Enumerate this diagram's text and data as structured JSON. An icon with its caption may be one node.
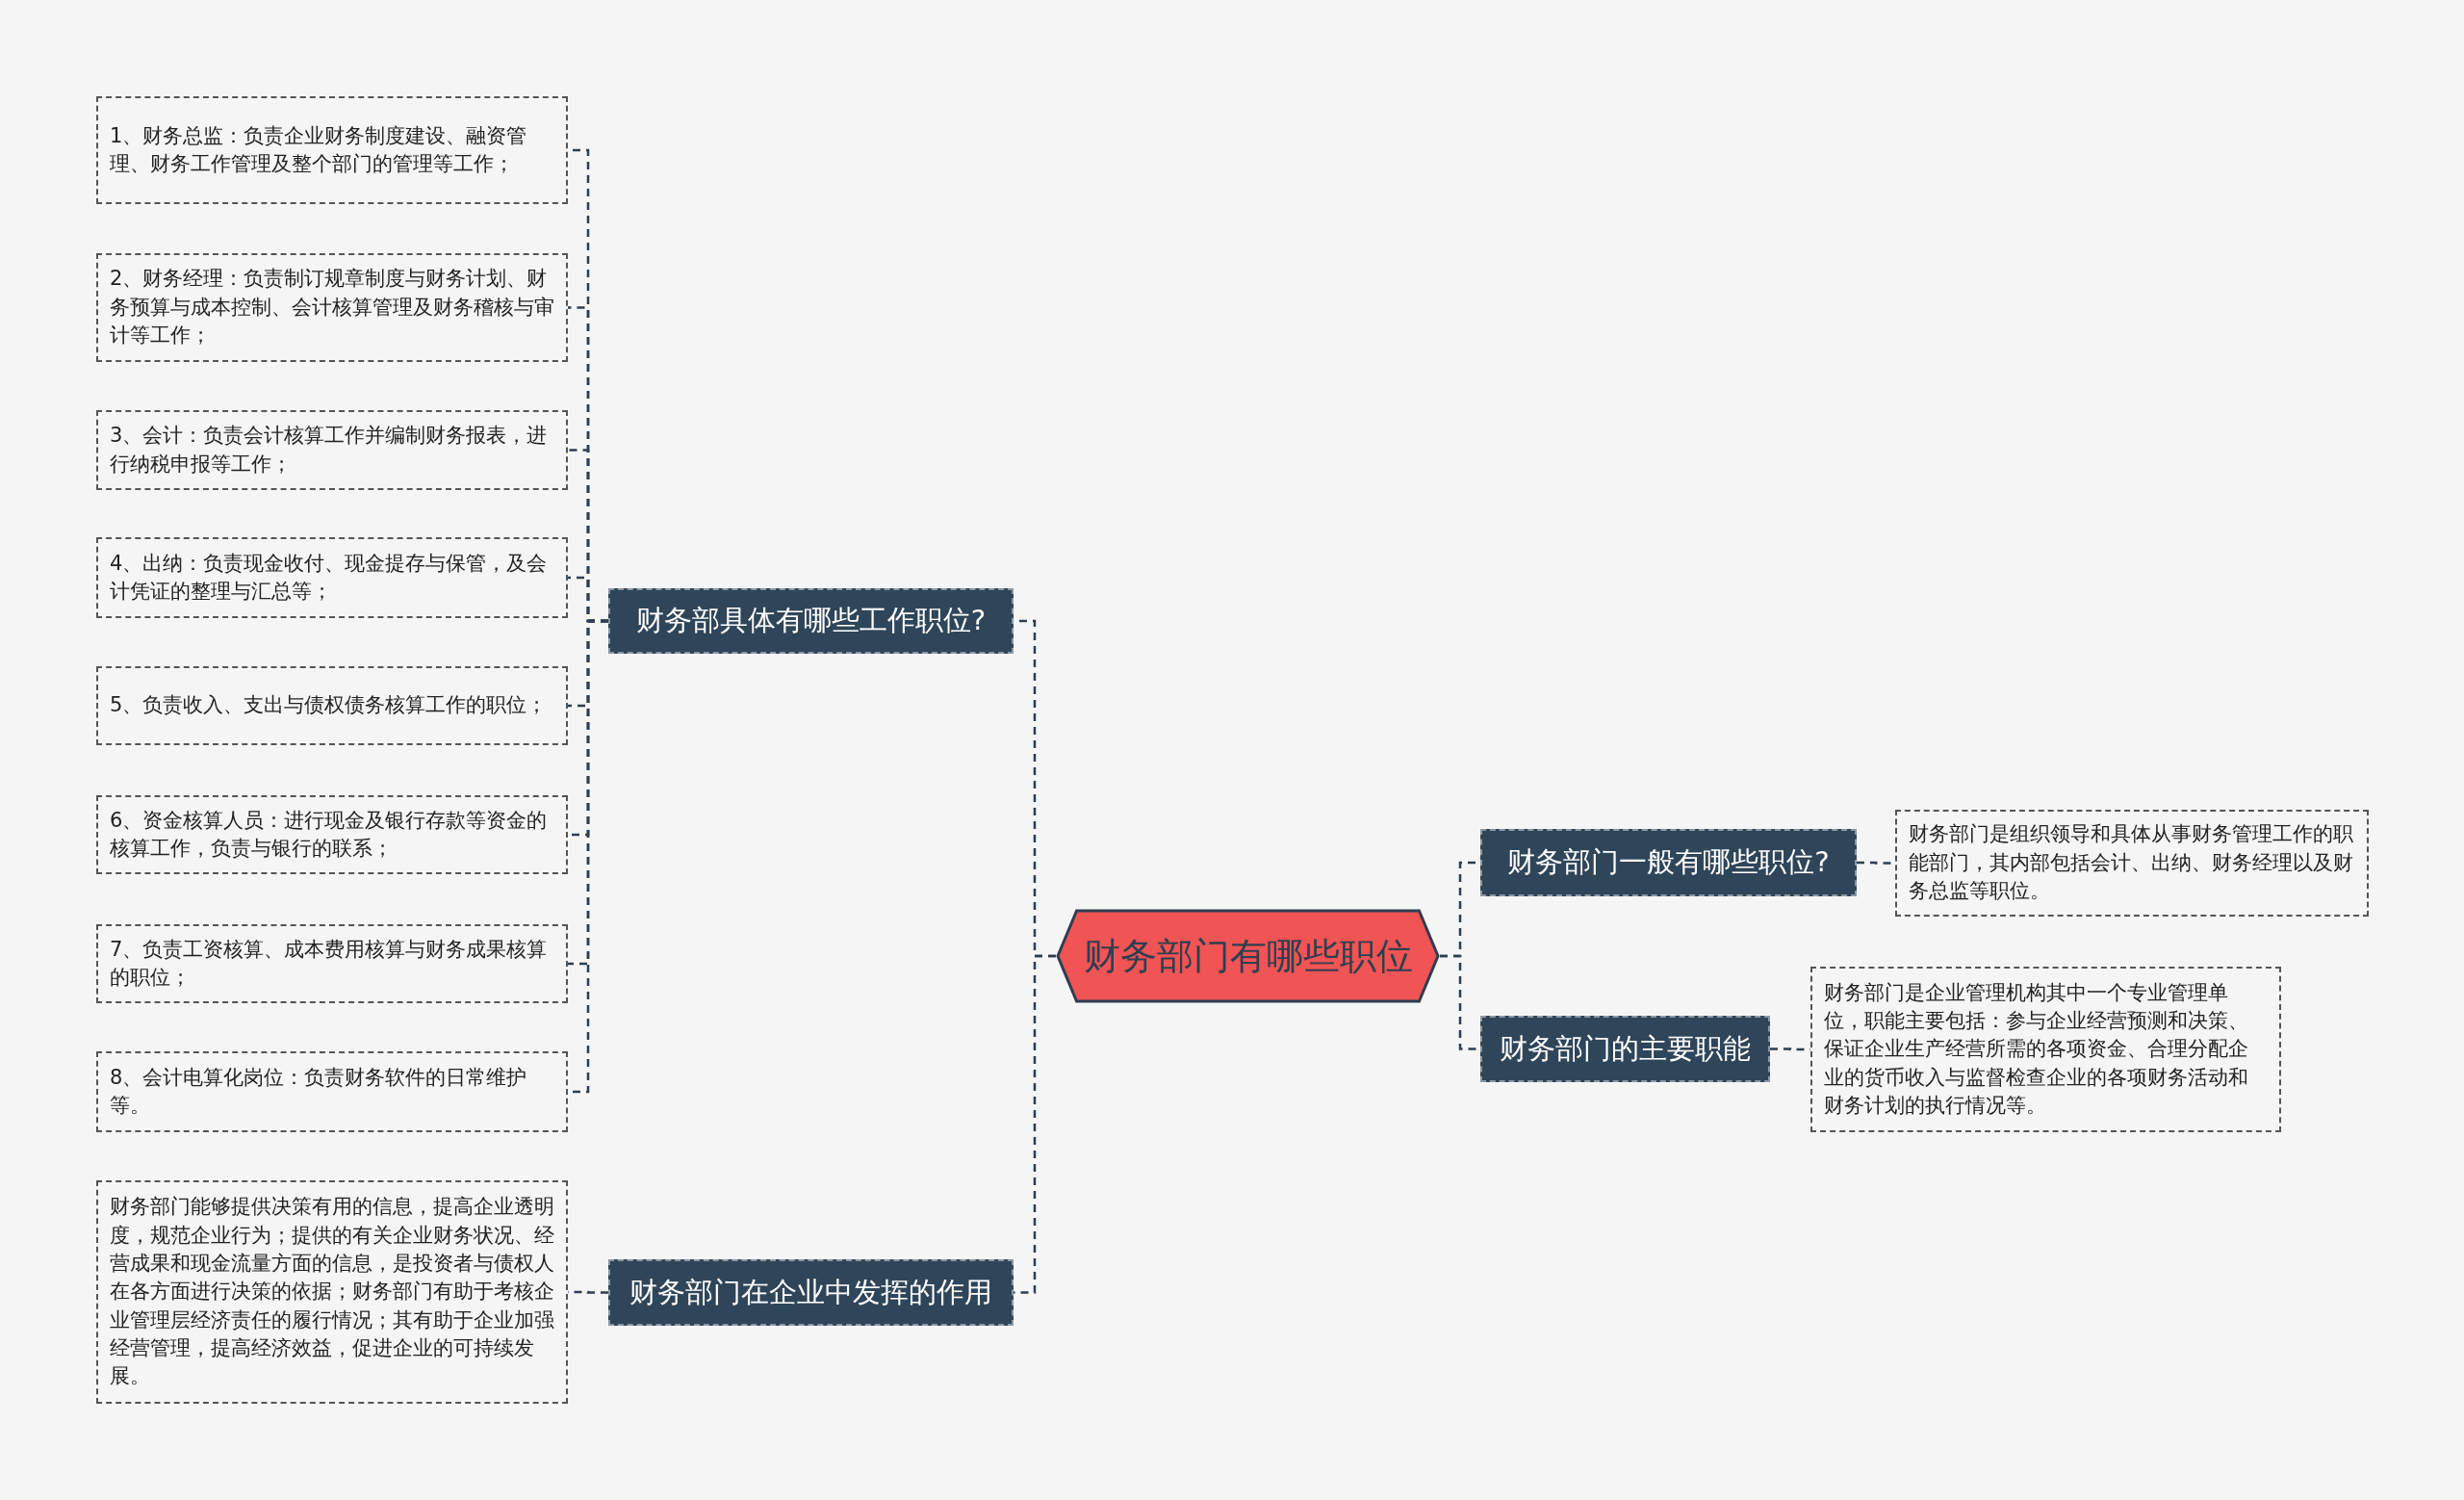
{
  "diagram": {
    "nodes": [
      {
        "text": [
          "财务部门有哪些职位"
        ]
      },
      {
        "text": [
          "财务部具体有哪些工作职位?"
        ]
      },
      {
        "text": [
          "1、财务总监：负责企业财务制度建设、融资管理、财务工作管理及整个部门的管理等工作；"
        ]
      },
      {
        "text": [
          "2、财务经理：负责制订规章制度与财务计划、财务预算与成本控制、会计核算管理及财务稽核与审计等工作；"
        ]
      },
      {
        "text": [
          "3、会计：负责会计核算工作并编制财务报表，进行纳税申报等工作；"
        ]
      },
      {
        "text": [
          "4、出纳：负责现金收付、现金提存与保管，及会计凭证的整理与汇总等；"
        ]
      },
      {
        "text": [
          "5、负责收入、支出与债权债务核算工作的职位；"
        ]
      },
      {
        "text": [
          "6、资金核算人员：进行现金及银行存款等资金的核算工作，负责与银行的联系；"
        ]
      },
      {
        "text": [
          "7、负责工资核算、成本费用核算与财务成果核算的职位；"
        ]
      },
      {
        "text": [
          "8、会计电算化岗位：负责财务软件的日常维护等。"
        ]
      },
      {
        "text": [
          "财务部门在企业中发挥的作用"
        ]
      },
      {
        "text": [
          "财务部门能够提供决策有用的信息，提高企业透明度，规范企业行为；提供的有关企业财务状况、经营成果和现金流量方面的信息，是投资者与债权人在各方面进行决策的依据；财务部门有助于考核企业管理层经济责任的履行情况；其有助于企业加强经营管理，提高经济效益，促进企业的可持续发展。"
        ]
      },
      {
        "text": [
          "财务部门一般有哪些职位?"
        ]
      },
      {
        "text": [
          "财务部门是组织领导和具体从事财务管理工作的职能部门，其内部包括会计、出纳、财务经理以及财务总监等职位。"
        ]
      },
      {
        "text": [
          "财务部门的主要职能"
        ]
      },
      {
        "text": [
          "财务部门是企业管理机构其中一个专业管理单位，职能主要包括：参与企业经营预测和决策、保证企业生产经营所需的各项资金、合理分配企业的货币收入与监督检查企业的各项财务活动和财务计划的执行情况等。"
        ]
      }
    ],
    "edges": [
      {
        "from": 0,
        "to": 1,
        "arrow": "none"
      },
      {
        "from": 0,
        "to": 10,
        "arrow": "none"
      },
      {
        "from": 0,
        "to": 12,
        "arrow": "none"
      },
      {
        "from": 0,
        "to": 14,
        "arrow": "none"
      },
      {
        "from": 1,
        "to": 2,
        "arrow": "none"
      },
      {
        "from": 1,
        "to": 3,
        "arrow": "none"
      },
      {
        "from": 1,
        "to": 4,
        "arrow": "none"
      },
      {
        "from": 1,
        "to": 5,
        "arrow": "none"
      },
      {
        "from": 1,
        "to": 6,
        "arrow": "none"
      },
      {
        "from": 1,
        "to": 7,
        "arrow": "none"
      },
      {
        "from": 1,
        "to": 8,
        "arrow": "none"
      },
      {
        "from": 1,
        "to": 9,
        "arrow": "none"
      },
      {
        "from": 10,
        "to": 11,
        "arrow": "none"
      },
      {
        "from": 12,
        "to": 13,
        "arrow": "none"
      },
      {
        "from": 14,
        "to": 15,
        "arrow": "none"
      }
    ]
  }
}
